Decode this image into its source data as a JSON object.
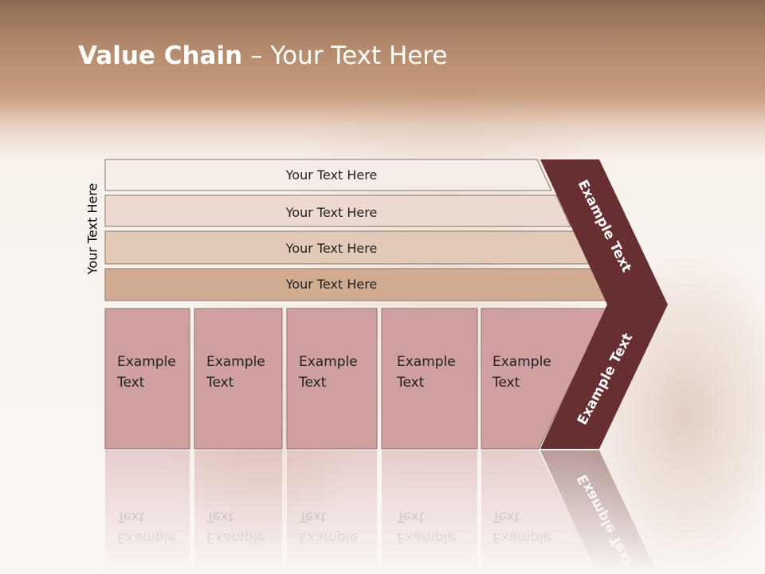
{
  "slide": {
    "title_bold": "Value Chain",
    "title_rest": " – Your Text Here",
    "side_label": "Your Text Here"
  },
  "bars": [
    {
      "label": "Your Text Here",
      "fill": "#f6ede8"
    },
    {
      "label": "Your Text Here",
      "fill": "#ecdad0"
    },
    {
      "label": "Your Text Here",
      "fill": "#e3cab7"
    },
    {
      "label": "Your Text Here",
      "fill": "#d2ac92"
    }
  ],
  "boxes": [
    {
      "line1": "Example",
      "line2": "Text"
    },
    {
      "line1": "Example",
      "line2": "Text"
    },
    {
      "line1": "Example",
      "line2": "Text"
    },
    {
      "line1": "Example",
      "line2": "Text"
    },
    {
      "line1": "Example",
      "line2": "Text"
    }
  ],
  "chevron": {
    "top_text": "Example Text",
    "bottom_text": "Example Text"
  },
  "colors": {
    "box_fill": "#d09fa0",
    "chevron_fill": "#682f32"
  }
}
